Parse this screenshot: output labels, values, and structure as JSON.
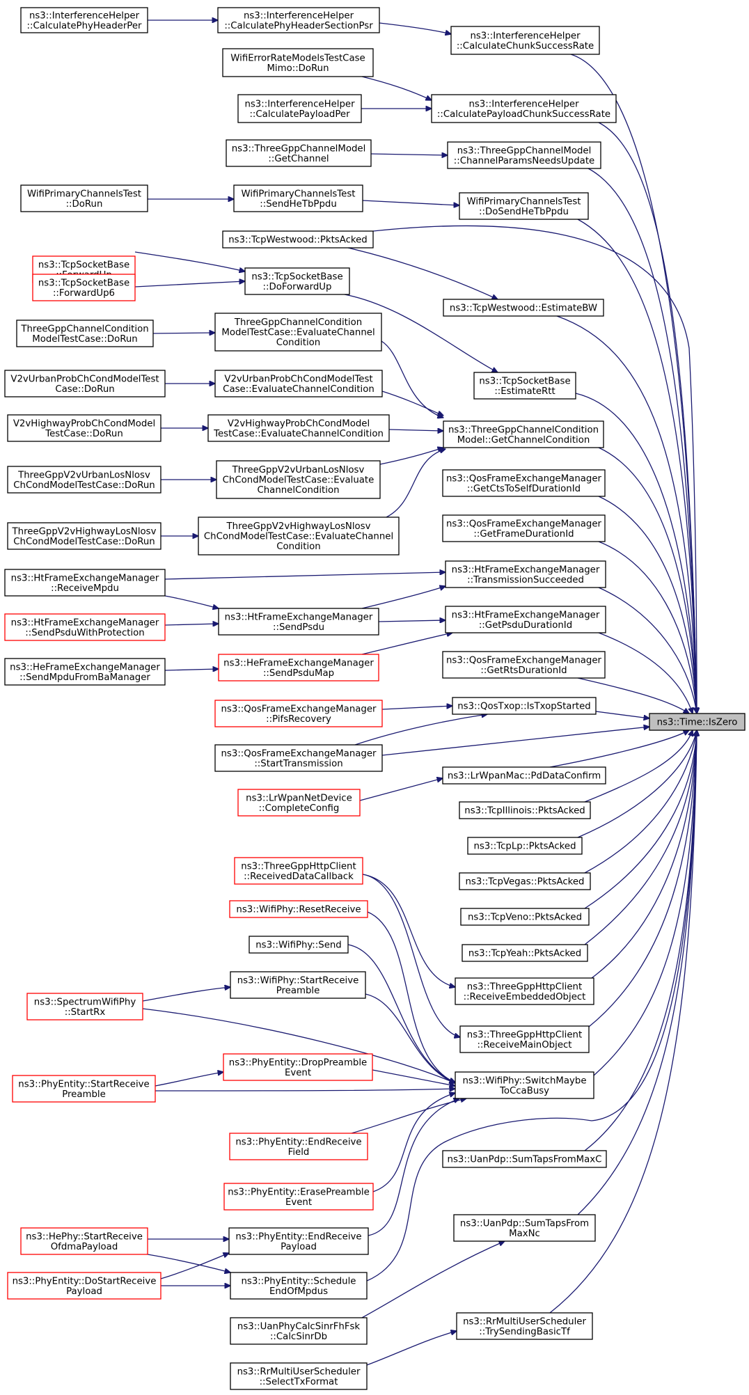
{
  "graph": {
    "target_id": "n_iszero",
    "nodes": [
      {
        "id": "n_iszero",
        "lines": [
          "ns3::Time::IsZero"
        ],
        "border": "target"
      },
      {
        "id": "n_cpphp",
        "lines": [
          "ns3::InterferenceHelper",
          "::CalculatePhyHeaderPer"
        ],
        "border": "black"
      },
      {
        "id": "n_cphsp",
        "lines": [
          "ns3::InterferenceHelper",
          "::CalculatePhyHeaderSectionPsr"
        ],
        "border": "black"
      },
      {
        "id": "n_ccsr",
        "lines": [
          "ns3::InterferenceHelper",
          "::CalculateChunkSuccessRate"
        ],
        "border": "black"
      },
      {
        "id": "n_wermt",
        "lines": [
          "WifiErrorRateModelsTestCase",
          "Mimo::DoRun"
        ],
        "border": "black"
      },
      {
        "id": "n_cpp",
        "lines": [
          "ns3::InterferenceHelper",
          "::CalculatePayloadPer"
        ],
        "border": "black"
      },
      {
        "id": "n_cpcsr",
        "lines": [
          "ns3::InterferenceHelper",
          "::CalculatePayloadChunkSuccessRate"
        ],
        "border": "black"
      },
      {
        "id": "n_tgcm_gc",
        "lines": [
          "ns3::ThreeGppChannelModel",
          "::GetChannel"
        ],
        "border": "black"
      },
      {
        "id": "n_tgcm_cpnu",
        "lines": [
          "ns3::ThreeGppChannelModel",
          "::ChannelParamsNeedsUpdate"
        ],
        "border": "black"
      },
      {
        "id": "n_wpct_dr",
        "lines": [
          "WifiPrimaryChannelsTest",
          "::DoRun"
        ],
        "border": "black"
      },
      {
        "id": "n_wpct_shtp",
        "lines": [
          "WifiPrimaryChannelsTest",
          "::SendHeTbPpdu"
        ],
        "border": "black"
      },
      {
        "id": "n_wpct_dshtp",
        "lines": [
          "WifiPrimaryChannelsTest",
          "::DoSendHeTbPpdu"
        ],
        "border": "black"
      },
      {
        "id": "n_tcpw_pa",
        "lines": [
          "ns3::TcpWestwood::PktsAcked"
        ],
        "border": "black"
      },
      {
        "id": "n_tsb_fu",
        "lines": [
          "ns3::TcpSocketBase",
          "::ForwardUp"
        ],
        "border": "red"
      },
      {
        "id": "n_tsb_fu6",
        "lines": [
          "ns3::TcpSocketBase",
          "::ForwardUp6"
        ],
        "border": "red"
      },
      {
        "id": "n_tsb_dfu",
        "lines": [
          "ns3::TcpSocketBase",
          "::DoForwardUp"
        ],
        "border": "black"
      },
      {
        "id": "n_tcpw_ebw",
        "lines": [
          "ns3::TcpWestwood::EstimateBW"
        ],
        "border": "black"
      },
      {
        "id": "n_tgccm_dr",
        "lines": [
          "ThreeGppChannelCondition",
          "ModelTestCase::DoRun"
        ],
        "border": "black"
      },
      {
        "id": "n_tgccm_ecc",
        "lines": [
          "ThreeGppChannelCondition",
          "ModelTestCase::EvaluateChannel",
          "Condition"
        ],
        "border": "black"
      },
      {
        "id": "n_tsb_ert",
        "lines": [
          "ns3::TcpSocketBase",
          "::EstimateRtt"
        ],
        "border": "black"
      },
      {
        "id": "n_v2vu_dr",
        "lines": [
          "V2vUrbanProbChCondModelTest",
          "Case::DoRun"
        ],
        "border": "black"
      },
      {
        "id": "n_v2vu_ecc",
        "lines": [
          "V2vUrbanProbChCondModelTest",
          "Case::EvaluateChannelCondition"
        ],
        "border": "black"
      },
      {
        "id": "n_v2vh_dr",
        "lines": [
          "V2vHighwayProbChCondModel",
          "TestCase::DoRun"
        ],
        "border": "black"
      },
      {
        "id": "n_v2vh_ecc",
        "lines": [
          "V2vHighwayProbChCondModel",
          "TestCase::EvaluateChannelCondition"
        ],
        "border": "black"
      },
      {
        "id": "n_tgccm_gcc",
        "lines": [
          "ns3::ThreeGppChannelCondition",
          "Model::GetChannelCondition"
        ],
        "border": "black"
      },
      {
        "id": "n_tgv2vu_dr",
        "lines": [
          "ThreeGppV2vUrbanLosNlosv",
          "ChCondModelTestCase::DoRun"
        ],
        "border": "black"
      },
      {
        "id": "n_tgv2vu_ecc",
        "lines": [
          "ThreeGppV2vUrbanLosNlosv",
          "ChCondModelTestCase::Evaluate",
          "ChannelCondition"
        ],
        "border": "black"
      },
      {
        "id": "n_qfem_gctsd",
        "lines": [
          "ns3::QosFrameExchangeManager",
          "::GetCtsToSelfDurationId"
        ],
        "border": "black"
      },
      {
        "id": "n_tgv2vh_dr",
        "lines": [
          "ThreeGppV2vHighwayLosNlosv",
          "ChCondModelTestCase::DoRun"
        ],
        "border": "black"
      },
      {
        "id": "n_tgv2vh_ecc",
        "lines": [
          "ThreeGppV2vHighwayLosNlosv",
          "ChCondModelTestCase::EvaluateChannel",
          "Condition"
        ],
        "border": "black"
      },
      {
        "id": "n_qfem_gfd",
        "lines": [
          "ns3::QosFrameExchangeManager",
          "::GetFrameDurationId"
        ],
        "border": "black"
      },
      {
        "id": "n_htfem_rm",
        "lines": [
          "ns3::HtFrameExchangeManager",
          "::ReceiveMpdu"
        ],
        "border": "black"
      },
      {
        "id": "n_htfem_ts",
        "lines": [
          "ns3::HtFrameExchangeManager",
          "::TransmissionSucceeded"
        ],
        "border": "black"
      },
      {
        "id": "n_htfem_spwp",
        "lines": [
          "ns3::HtFrameExchangeManager",
          "::SendPsduWithProtection"
        ],
        "border": "red"
      },
      {
        "id": "n_htfem_sp",
        "lines": [
          "ns3::HtFrameExchangeManager",
          "::SendPsdu"
        ],
        "border": "black"
      },
      {
        "id": "n_htfem_gpd",
        "lines": [
          "ns3::HtFrameExchangeManager",
          "::GetPsduDurationId"
        ],
        "border": "black"
      },
      {
        "id": "n_hefem_smfbm",
        "lines": [
          "ns3::HeFrameExchangeManager",
          "::SendMpduFromBaManager"
        ],
        "border": "black"
      },
      {
        "id": "n_hefem_spm",
        "lines": [
          "ns3::HeFrameExchangeManager",
          "::SendPsduMap"
        ],
        "border": "red"
      },
      {
        "id": "n_qfem_grd",
        "lines": [
          "ns3::QosFrameExchangeManager",
          "::GetRtsDurationId"
        ],
        "border": "black"
      },
      {
        "id": "n_qfem_pr",
        "lines": [
          "ns3::QosFrameExchangeManager",
          "::PifsRecovery"
        ],
        "border": "red"
      },
      {
        "id": "n_qtxop_its",
        "lines": [
          "ns3::QosTxop::IsTxopStarted"
        ],
        "border": "black"
      },
      {
        "id": "n_qfem_st",
        "lines": [
          "ns3::QosFrameExchangeManager",
          "::StartTransmission"
        ],
        "border": "black"
      },
      {
        "id": "n_lrmac_pdc",
        "lines": [
          "ns3::LrWpanMac::PdDataConfirm"
        ],
        "border": "black"
      },
      {
        "id": "n_lrnd_cc",
        "lines": [
          "ns3::LrWpanNetDevice",
          "::CompleteConfig"
        ],
        "border": "red"
      },
      {
        "id": "n_tcpi_pa",
        "lines": [
          "ns3::TcpIllinois::PktsAcked"
        ],
        "border": "black"
      },
      {
        "id": "n_tcplp_pa",
        "lines": [
          "ns3::TcpLp::PktsAcked"
        ],
        "border": "black"
      },
      {
        "id": "n_tghc_rdc",
        "lines": [
          "ns3::ThreeGppHttpClient",
          "::ReceivedDataCallback"
        ],
        "border": "red"
      },
      {
        "id": "n_tcpv_pa",
        "lines": [
          "ns3::TcpVegas::PktsAcked"
        ],
        "border": "black"
      },
      {
        "id": "n_wphy_rr",
        "lines": [
          "ns3::WifiPhy::ResetReceive"
        ],
        "border": "red"
      },
      {
        "id": "n_tcpveno_pa",
        "lines": [
          "ns3::TcpVeno::PktsAcked"
        ],
        "border": "black"
      },
      {
        "id": "n_wphy_send",
        "lines": [
          "ns3::WifiPhy::Send"
        ],
        "border": "black"
      },
      {
        "id": "n_tcpy_pa",
        "lines": [
          "ns3::TcpYeah::PktsAcked"
        ],
        "border": "black"
      },
      {
        "id": "n_wphy_srp",
        "lines": [
          "ns3::WifiPhy::StartReceive",
          "Preamble"
        ],
        "border": "black"
      },
      {
        "id": "n_tghc_reo",
        "lines": [
          "ns3::ThreeGppHttpClient",
          "::ReceiveEmbeddedObject"
        ],
        "border": "black"
      },
      {
        "id": "n_swp_srx",
        "lines": [
          "ns3::SpectrumWifiPhy",
          "::StartRx"
        ],
        "border": "red"
      },
      {
        "id": "n_tghc_rmo",
        "lines": [
          "ns3::ThreeGppHttpClient",
          "::ReceiveMainObject"
        ],
        "border": "black"
      },
      {
        "id": "n_pe_dpe",
        "lines": [
          "ns3::PhyEntity::DropPreamble",
          "Event"
        ],
        "border": "red"
      },
      {
        "id": "n_pe_srp",
        "lines": [
          "ns3::PhyEntity::StartReceive",
          "Preamble"
        ],
        "border": "red"
      },
      {
        "id": "n_wphy_smtcb",
        "lines": [
          "ns3::WifiPhy::SwitchMaybe",
          "ToCcaBusy"
        ],
        "border": "black"
      },
      {
        "id": "n_pe_erf",
        "lines": [
          "ns3::PhyEntity::EndReceive",
          "Field"
        ],
        "border": "red"
      },
      {
        "id": "n_uan_stfmc",
        "lines": [
          "ns3::UanPdp::SumTapsFromMaxC"
        ],
        "border": "black"
      },
      {
        "id": "n_pe_epe",
        "lines": [
          "ns3::PhyEntity::ErasePreamble",
          "Event"
        ],
        "border": "red"
      },
      {
        "id": "n_uan_stfmn",
        "lines": [
          "ns3::UanPdp::SumTapsFrom",
          "MaxNc"
        ],
        "border": "black"
      },
      {
        "id": "n_hephy_srop",
        "lines": [
          "ns3::HePhy::StartReceive",
          "OfdmaPayload"
        ],
        "border": "red"
      },
      {
        "id": "n_pe_erp",
        "lines": [
          "ns3::PhyEntity::EndReceive",
          "Payload"
        ],
        "border": "black"
      },
      {
        "id": "n_pe_dsrp",
        "lines": [
          "ns3::PhyEntity::DoStartReceive",
          "Payload"
        ],
        "border": "red"
      },
      {
        "id": "n_pe_seom",
        "lines": [
          "ns3::PhyEntity::Schedule",
          "EndOfMpdus"
        ],
        "border": "black"
      },
      {
        "id": "n_uanc_csd",
        "lines": [
          "ns3::UanPhyCalcSinrFhFsk",
          "::CalcSinrDb"
        ],
        "border": "black"
      },
      {
        "id": "n_rmus_tsbt",
        "lines": [
          "ns3::RrMultiUserScheduler",
          "::TrySendingBasicTf"
        ],
        "border": "black"
      },
      {
        "id": "n_rmus_stf",
        "lines": [
          "ns3::RrMultiUserScheduler",
          "::SelectTxFormat"
        ],
        "border": "black"
      }
    ]
  }
}
